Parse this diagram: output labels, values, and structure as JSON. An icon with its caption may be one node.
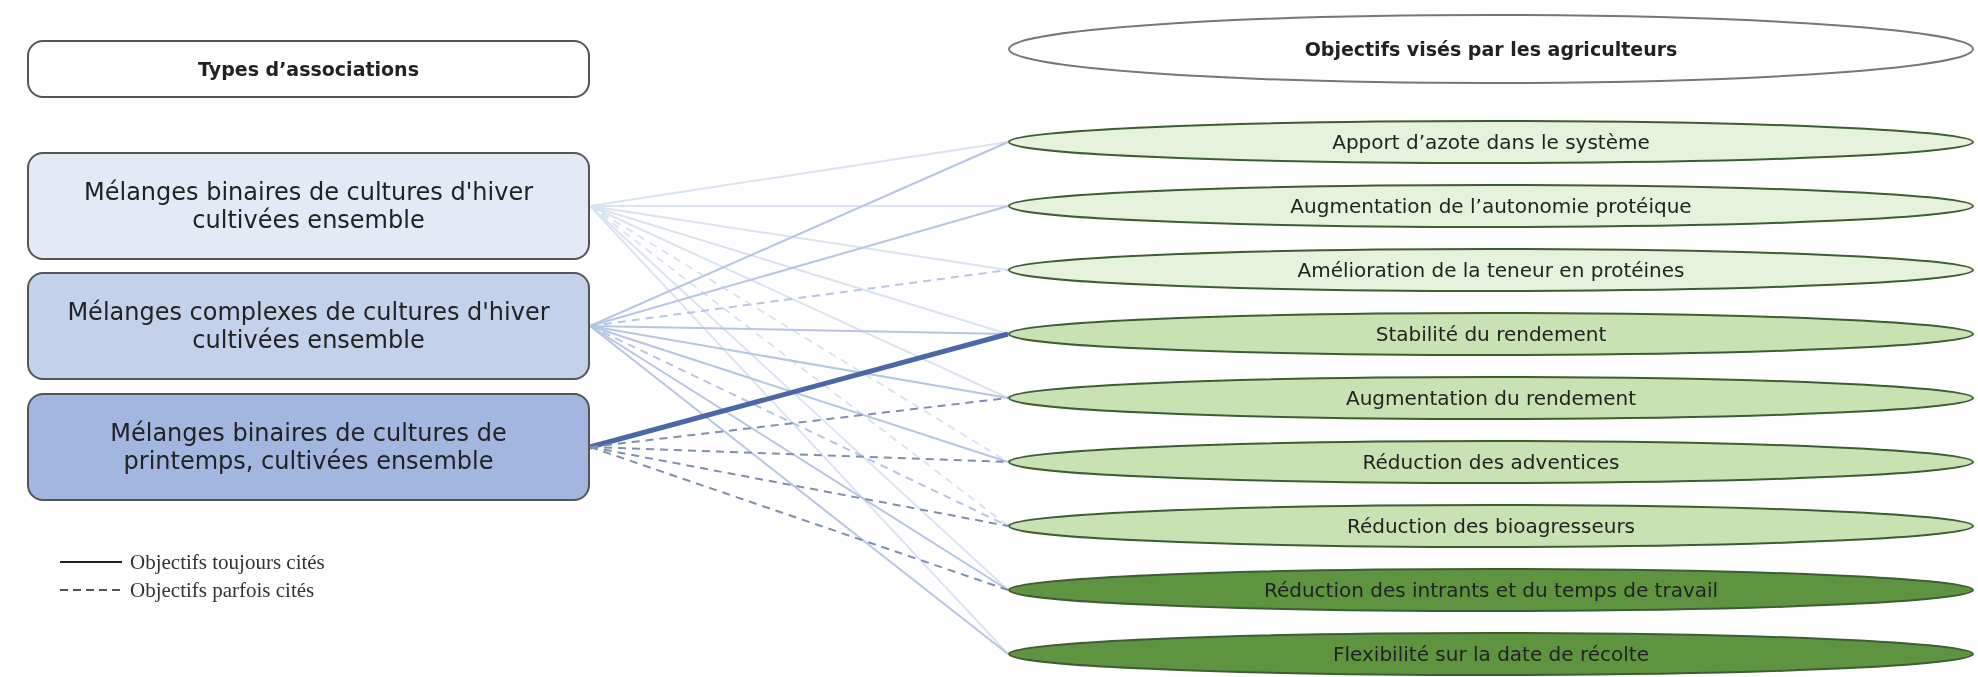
{
  "diagram": {
    "nodes": [
      {
        "text": [
          "Types d’associations"
        ]
      },
      {
        "text": [
          "Mélanges binaires de cultures d'hiver cultivées ensemble"
        ]
      },
      {
        "text": [
          "Mélanges complexes de cultures d'hiver cultivées ensemble"
        ]
      },
      {
        "text": [
          "Mélanges binaires de cultures de printemps, cultivées ensemble"
        ]
      },
      {
        "text": [
          "Objectifs visés par les agriculteurs"
        ]
      },
      {
        "text": [
          "Apport d’azote dans le système"
        ]
      },
      {
        "text": [
          "Augmentation de l’autonomie protéique"
        ]
      },
      {
        "text": [
          "Amélioration de la teneur en protéines"
        ]
      },
      {
        "text": [
          "Stabilité du rendement"
        ]
      },
      {
        "text": [
          "Augmentation du rendement"
        ]
      },
      {
        "text": [
          "Réduction des adventices"
        ]
      },
      {
        "text": [
          "Réduction des bioagresseurs"
        ]
      },
      {
        "text": [
          "Réduction des intrants et du temps de travail"
        ]
      },
      {
        "text": [
          "Flexibilité sur la date de récolte"
        ]
      }
    ],
    "edges": [
      {
        "from": 1,
        "to": 5,
        "arrow": "none",
        "color": "#dbe3f1"
      },
      {
        "from": 1,
        "to": 6,
        "arrow": "none",
        "color": "#dbe3f1"
      },
      {
        "from": 1,
        "to": 7,
        "arrow": "none",
        "color": "#dbe3f1"
      },
      {
        "from": 1,
        "to": 8,
        "arrow": "none",
        "color": "#dbe3f1"
      },
      {
        "from": 1,
        "to": 9,
        "arrow": "none",
        "color": "#dbe3f1"
      },
      {
        "from": 1,
        "to": 10,
        "arrow": "none",
        "style": "dashed",
        "color": "#dbe3f1"
      },
      {
        "from": 1,
        "to": 11,
        "arrow": "none",
        "style": "dashed",
        "color": "#dbe3f1"
      },
      {
        "from": 1,
        "to": 12,
        "arrow": "none",
        "color": "#dbe3f1"
      },
      {
        "from": 1,
        "to": 13,
        "arrow": "none",
        "color": "#dbe3f1"
      },
      {
        "from": 2,
        "to": 5,
        "arrow": "none"
      },
      {
        "from": 2,
        "to": 6,
        "arrow": "none"
      },
      {
        "from": 2,
        "to": 7,
        "arrow": "none",
        "style": "dashed"
      },
      {
        "from": 2,
        "to": 8,
        "arrow": "none"
      },
      {
        "from": 2,
        "to": 9,
        "arrow": "none"
      },
      {
        "from": 2,
        "to": 10,
        "arrow": "none"
      },
      {
        "from": 2,
        "to": 11,
        "arrow": "none",
        "style": "dashed"
      },
      {
        "from": 2,
        "to": 12,
        "arrow": "none"
      },
      {
        "from": 2,
        "to": 13,
        "arrow": "none"
      },
      {
        "from": 3,
        "to": 8,
        "arrow": "none",
        "style": "thick",
        "color": "#4a68a8"
      },
      {
        "from": 3,
        "to": 9,
        "arrow": "none",
        "style": "dashed",
        "color": "#7f8fae"
      },
      {
        "from": 3,
        "to": 10,
        "arrow": "none",
        "style": "dashed",
        "color": "#7f8fae"
      },
      {
        "from": 3,
        "to": 11,
        "arrow": "none",
        "style": "dashed",
        "color": "#7f8fae"
      },
      {
        "from": 3,
        "to": 12,
        "arrow": "none",
        "style": "dashed",
        "color": "#7f8fae"
      }
    ],
    "legend": [
      {
        "text": "Objectifs toujours cités"
      },
      {
        "text": "Objectifs parfois cités"
      }
    ]
  }
}
